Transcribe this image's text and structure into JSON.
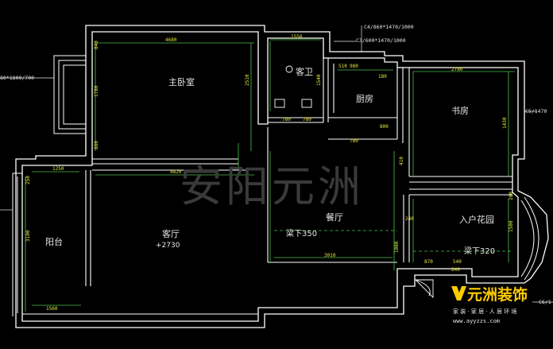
{
  "rooms": {
    "master_bedroom": "主卧室",
    "guest_bath": "客卫",
    "kitchen": "厨房",
    "study": "书房",
    "balcony": "阳台",
    "living_room": "客厅",
    "dining_room": "餐厅",
    "entrance_garden": "入户花园"
  },
  "annotations": {
    "beam_dining": "梁下350",
    "beam_garden": "梁下320",
    "elevation": "+2730",
    "window_c4": "C4/860*1470/1000",
    "window_c3": "C3/600*1470/1000",
    "window_left": "80*1800/700",
    "window_c5": "C5/1470",
    "window_c6": "C6/1"
  },
  "dimensions": {
    "master_w": "4680",
    "bath_w": "1550",
    "kitchen_w": "780",
    "study_w": "2780",
    "living_w": "4820",
    "balcony_top": "1250",
    "balcony_bottom": "1560",
    "dining_bottom": "3010",
    "garden_bottom": "870",
    "garden_gap": "540",
    "master_h1": "1780",
    "master_h2": "2510",
    "bath_h": "1540",
    "study_h": "1430",
    "balcony_h": "3100",
    "garden_h": "1500",
    "dining_h": "1080",
    "k780a": "780",
    "k780b": "780",
    "k800": "800",
    "k180": "180",
    "k510": "510",
    "k840": "840",
    "k980": "980",
    "k880": "880",
    "k240": "240",
    "k640": "640",
    "k410": "410",
    "k250": "250",
    "k280": "280"
  },
  "watermark": "安阳元洲",
  "logo": {
    "brand": "元洲装饰",
    "tagline": "家 装 · 家 居 · 人 居 环 境",
    "url": "www.ayyzzs.com",
    "color": "#ffcc00"
  }
}
